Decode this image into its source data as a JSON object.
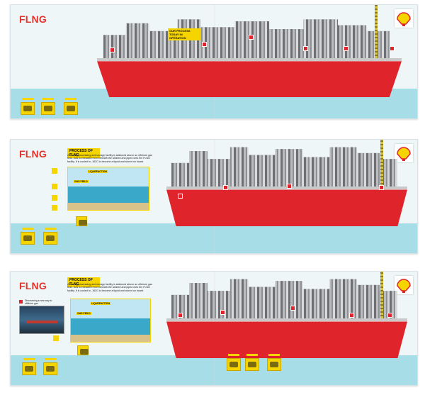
{
  "spreads": [
    {
      "logo": "FLNG",
      "hotspot": "OUR PROCESS TODAY IN OPERATION",
      "thumb_labels": [
        "",
        "",
        ""
      ]
    },
    {
      "logo": "FLNG",
      "panel_title": "PROCESS OF FLNG",
      "panel_text": "A floating processing and storage facility is stationed above an offshore gas field. Gas is extracted from beneath the seabed and piped onto the FLNG facility. It is cooled to -162C to become a liquid and stored on board.",
      "diagram_label": "LIQUEFACTION",
      "diagram_label2": "GAS FIELD"
    },
    {
      "logo": "FLNG",
      "panel_title": "PROCESS OF FLNG",
      "panel_text": "A floating processing and storage facility is stationed above an offshore gas field. Gas is extracted from beneath the seabed and piped onto the FLNG facility. It is cooled to -162C to become a liquid and stored on board.",
      "diagram_label": "LIQUEFACTION",
      "diagram_label2": "GAS FIELD",
      "photo_caption": "Discovering a new way to offshore gas"
    }
  ],
  "colors": {
    "brand_red": "#e0242b",
    "highlight_yellow": "#f5d400",
    "sea": "#a7dde6"
  },
  "icons": [
    "shell-logo-icon",
    "hotspot-flag-icon",
    "close-icon"
  ]
}
